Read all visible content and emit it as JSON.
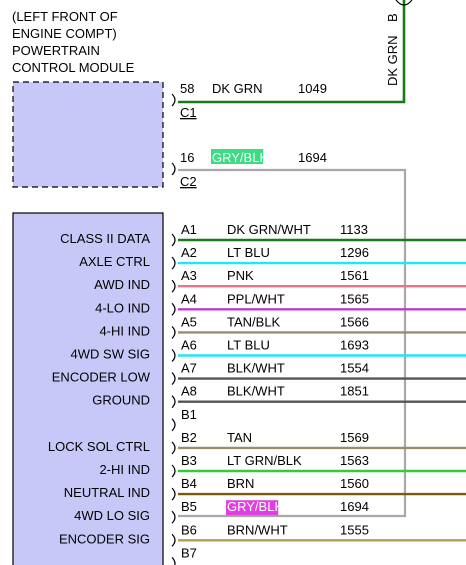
{
  "module": {
    "title_lines": [
      "(LEFT FRONT OF",
      "ENGINE COMPT)",
      "POWERTRAIN",
      "CONTROL MODULE"
    ]
  },
  "upper_connectors": [
    {
      "pin": "58",
      "connector": "C1",
      "wire_color": "DK GRN",
      "circuit": "1049",
      "line_color": "#1a7a1a",
      "highlight": ""
    },
    {
      "pin": "16",
      "connector": "C2",
      "wire_color": "GRY/BLK",
      "circuit": "1694",
      "line_color": "#a8a8a8",
      "highlight": "#3ddc84"
    }
  ],
  "top_right": {
    "vertical_label": "DK GRN",
    "pin_label": "B"
  },
  "pins": [
    {
      "function": "CLASS II DATA",
      "pin": "A1",
      "wire_color": "DK GRN/WHT",
      "circuit": "1133",
      "line_color": "#1a7a1a",
      "highlight": ""
    },
    {
      "function": "AXLE CTRL",
      "pin": "A2",
      "wire_color": "LT BLU",
      "circuit": "1296",
      "line_color": "#1ee8f0",
      "highlight": ""
    },
    {
      "function": "AWD IND",
      "pin": "A3",
      "wire_color": "PNK",
      "circuit": "1561",
      "line_color": "#f07090",
      "highlight": ""
    },
    {
      "function": "4-LO IND",
      "pin": "A4",
      "wire_color": "PPL/WHT",
      "circuit": "1565",
      "line_color": "#c03ad0",
      "highlight": ""
    },
    {
      "function": "4-HI IND",
      "pin": "A5",
      "wire_color": "TAN/BLK",
      "circuit": "1566",
      "line_color": "#9b8c6a",
      "highlight": ""
    },
    {
      "function": "4WD SW SIG",
      "pin": "A6",
      "wire_color": "LT BLU",
      "circuit": "1693",
      "line_color": "#1ee8f0",
      "highlight": ""
    },
    {
      "function": "ENCODER LOW",
      "pin": "A7",
      "wire_color": "BLK/WHT",
      "circuit": "1554",
      "line_color": "#555555",
      "highlight": ""
    },
    {
      "function": "GROUND",
      "pin": "A8",
      "wire_color": "BLK/WHT",
      "circuit": "1851",
      "line_color": "#555555",
      "highlight": ""
    },
    {
      "function": "",
      "pin": "B1",
      "wire_color": "",
      "circuit": "",
      "line_color": "",
      "highlight": ""
    },
    {
      "function": "LOCK SOL CTRL",
      "pin": "B2",
      "wire_color": "TAN",
      "circuit": "1569",
      "line_color": "#9b8c6a",
      "highlight": ""
    },
    {
      "function": "2-HI IND",
      "pin": "B3",
      "wire_color": "LT GRN/BLK",
      "circuit": "1563",
      "line_color": "#33cc33",
      "highlight": ""
    },
    {
      "function": "NEUTRAL IND",
      "pin": "B4",
      "wire_color": "BRN",
      "circuit": "1560",
      "line_color": "#7a5a10",
      "highlight": ""
    },
    {
      "function": "4WD LO SIG",
      "pin": "B5",
      "wire_color": "GRY/BLK",
      "circuit": "1694",
      "line_color": "#a8a8a8",
      "highlight": "#e040e0"
    },
    {
      "function": "ENCODER SIG",
      "pin": "B6",
      "wire_color": "BRN/WHT",
      "circuit": "1555",
      "line_color": "#b59a50",
      "highlight": ""
    },
    {
      "function": "",
      "pin": "B7",
      "wire_color": "",
      "circuit": "",
      "line_color": "",
      "highlight": ""
    }
  ]
}
